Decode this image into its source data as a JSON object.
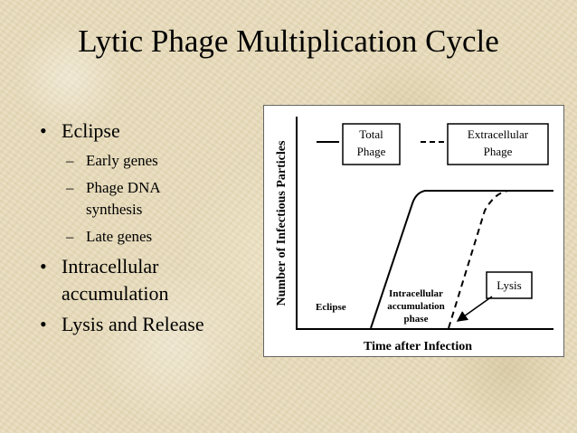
{
  "slide": {
    "title": "Lytic Phage Multiplication Cycle",
    "bullets": [
      {
        "text": "Eclipse",
        "sub": [
          "Early genes",
          "Phage DNA",
          "synthesis",
          "Late genes"
        ]
      },
      {
        "text": "Intracellular",
        "text2": "accumulation"
      },
      {
        "text": "Lysis and Release"
      }
    ]
  },
  "diagram": {
    "ylabel": "Number of Infectious Particles",
    "xlabel": "Time after Infection",
    "legend_total": [
      "Total",
      "Phage"
    ],
    "legend_extra": [
      "Extracellular",
      "Phage"
    ],
    "phase_eclipse": "Eclipse",
    "phase_intra": [
      "Intracellular",
      "accumulation",
      "phase"
    ],
    "lysis": "Lysis"
  }
}
